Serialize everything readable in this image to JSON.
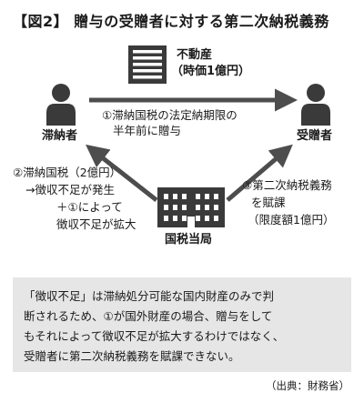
{
  "title": "【図2】 贈与の受贈者に対する第二次納税義務",
  "nodes": {
    "property_line1": "不動産",
    "property_line2": "（時価1億円）",
    "delinquent": "滞納者",
    "recipient": "受贈者",
    "tax_office": "国税当局"
  },
  "edges": {
    "gift_line1": "①滞納国税の法定納期限の",
    "gift_line2": "半年前に贈与",
    "left_line1": "②滞納国税（2億円）",
    "left_line2": "→徴収不足が発生",
    "left_line3": "＋①によって",
    "left_line4": "徴収不足が拡大",
    "right_line1": "③第二次納税義務",
    "right_line2": "を賦課",
    "right_line3": "（限度額1億円）"
  },
  "note": {
    "line1": "「徴収不足」は滞納処分可能な国内財産のみで判",
    "line2": "断されるため、①が国外財産の場合、贈与をして",
    "line3": "もそれによって徴収不足が拡大するわけではなく、",
    "line4": "受贈者に第二次納税義務を賦課できない。"
  },
  "source": "（出典：財務省）",
  "colors": {
    "icon": "#3a3a3a",
    "arrow": "#4d4d4d",
    "note_bg": "#e6e6e6"
  },
  "icons": [
    "building-icon",
    "person-icon",
    "person-icon",
    "office-building-icon"
  ]
}
